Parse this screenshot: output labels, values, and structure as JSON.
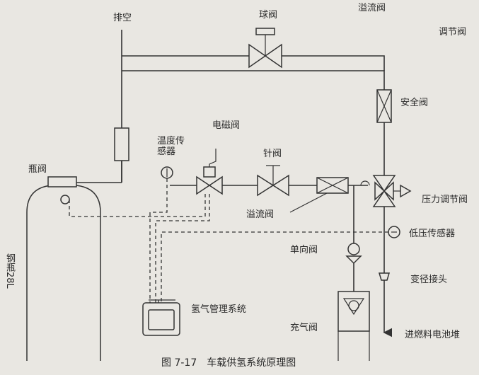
{
  "labels": {
    "vent": "排空",
    "ball_valve": "球阀",
    "overflow_valve_top": "溢流阀",
    "regulating_valve": "调节阀",
    "safety_valve": "安全阀",
    "temp_sensor": "温度传\n感器",
    "solenoid_valve": "电磁阀",
    "needle_valve": "针阀",
    "bottle_valve": "瓶阀",
    "pressure_regulator": "压力调节阀",
    "overflow_valve_mid": "溢流阀",
    "low_pressure_sensor": "低压传感器",
    "check_valve": "单向阀",
    "reducer": "变径接头",
    "cylinder": "钢瓶28L",
    "h2_management": "氢气管理系统",
    "fill_valve": "充气阀",
    "to_fuel_cell": "进燃料电池堆"
  },
  "caption": "图 7-17　车载供氢系统原理图"
}
